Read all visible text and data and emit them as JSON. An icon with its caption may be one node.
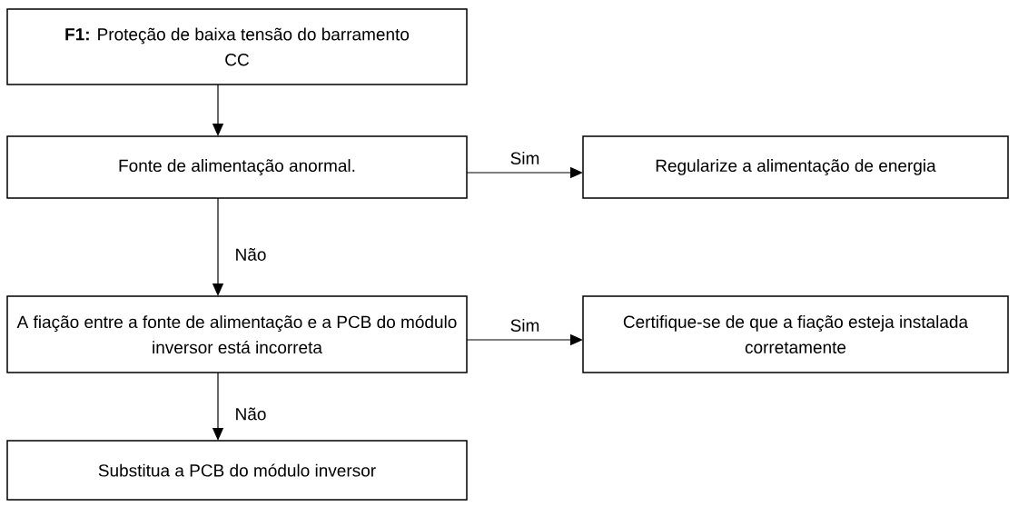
{
  "diagram": {
    "nodes": [
      {
        "text": [
          "**F1:** Proteção de baixa tensão do barramento CC"
        ]
      },
      {
        "text": [
          "Fonte de alimentação anormal."
        ]
      },
      {
        "text": [
          "Regularize a alimentação de energia"
        ]
      },
      {
        "text": [
          "A fiação entre a fonte de alimentação e a PCB do módulo inversor está incorreta"
        ]
      },
      {
        "text": [
          "Certifique-se de que a fiação esteja instalada corretamente"
        ]
      },
      {
        "text": [
          "Substitua a PCB do módulo inversor"
        ]
      }
    ],
    "edges": [
      {
        "from": 0,
        "to": 1,
        "arrow": "to"
      },
      {
        "from": 1,
        "to": 2,
        "arrow": "to",
        "label": "Sim"
      },
      {
        "from": 1,
        "to": 3,
        "arrow": "to",
        "label": "Não"
      },
      {
        "from": 3,
        "to": 4,
        "arrow": "to",
        "label": "Sim"
      },
      {
        "from": 3,
        "to": 5,
        "arrow": "to",
        "label": "Não"
      }
    ]
  }
}
